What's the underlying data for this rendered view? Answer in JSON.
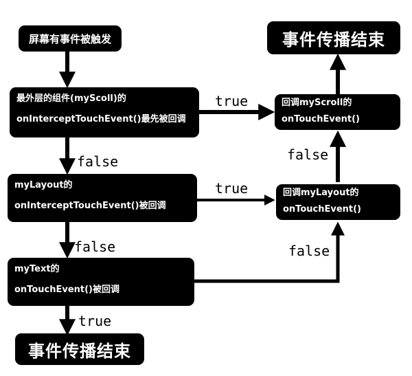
{
  "nodes": {
    "start": {
      "text": "屏幕有事件被触发"
    },
    "outer_intercept": {
      "line1": "最外层的组件(myScoll)的",
      "line2": "onInterceptTouchEvent()最先被回调"
    },
    "layout_intercept": {
      "line1": "myLayout的",
      "line2": "onInterceptTouchEvent()被回调"
    },
    "text_touch": {
      "line1": "myText的",
      "line2": "onTouchEvent()被回调"
    },
    "end_bottom": {
      "text": "事件传播结束"
    },
    "end_top": {
      "text": "事件传播结束"
    },
    "scroll_touch": {
      "line1": "回调myScroll的",
      "line2": "onTouchEvent()"
    },
    "layout_touch": {
      "line1": "回调myLayout的",
      "line2": "onTouchEvent()"
    }
  },
  "edges": {
    "outer_to_layout": "false",
    "outer_to_scroll": "true",
    "layout_to_text": "false",
    "layout_to_layout_touch": "true",
    "text_to_end": "true",
    "text_to_layout_touch": "false",
    "layout_touch_to_scroll": "false"
  },
  "colors": {
    "box": "#000000",
    "box_text": "#ffffff",
    "arrow": "#000000",
    "background": "#ffffff"
  }
}
